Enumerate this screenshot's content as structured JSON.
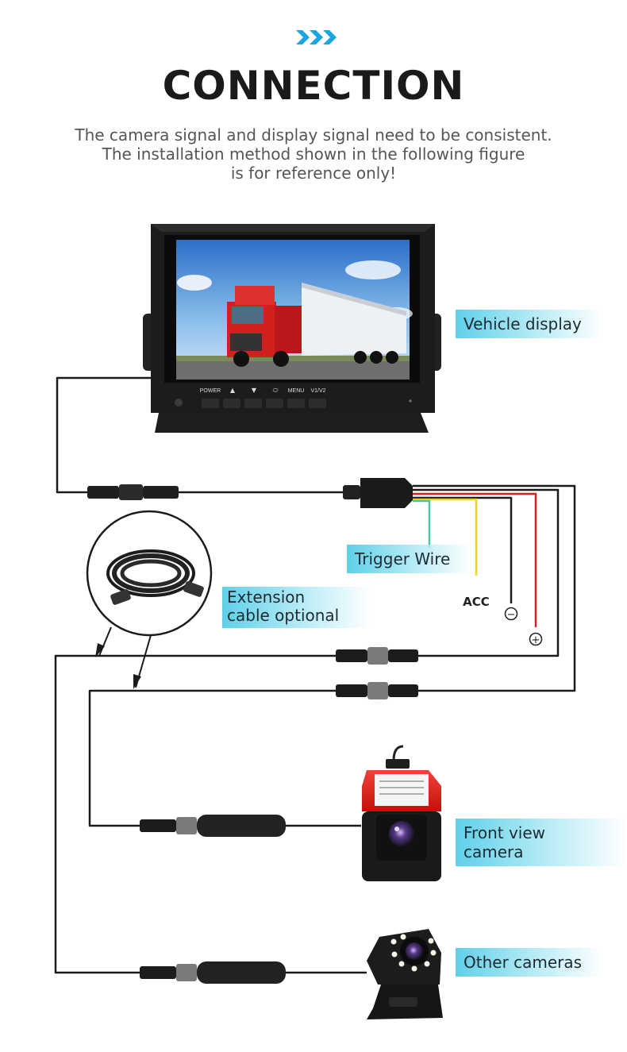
{
  "header": {
    "title": "CONNECTION",
    "subtitle_lines": [
      "The camera signal and display signal need to be consistent.",
      "The installation method shown in the following figure",
      "is for reference only!"
    ]
  },
  "monitor": {
    "buttons": [
      "POWER",
      "▲",
      "▼",
      "⬭",
      "MENU",
      "V1/V2"
    ]
  },
  "labels": {
    "vehicle_display": "Vehicle display",
    "trigger_wire": "Trigger Wire",
    "extension_line1": "Extension",
    "extension_line2": "cable optional",
    "front_camera": "Front view camera",
    "other_cameras": "Other cameras",
    "acc": "ACC",
    "minus": "−",
    "plus": "+"
  },
  "colors": {
    "accent_cyan": "#5fd0e8",
    "wire_black": "#1b1b1b",
    "wire_red": "#d62020",
    "wire_yellow": "#f2d31a",
    "wire_green": "#49c6a8",
    "camera_red": "#e2231a"
  }
}
